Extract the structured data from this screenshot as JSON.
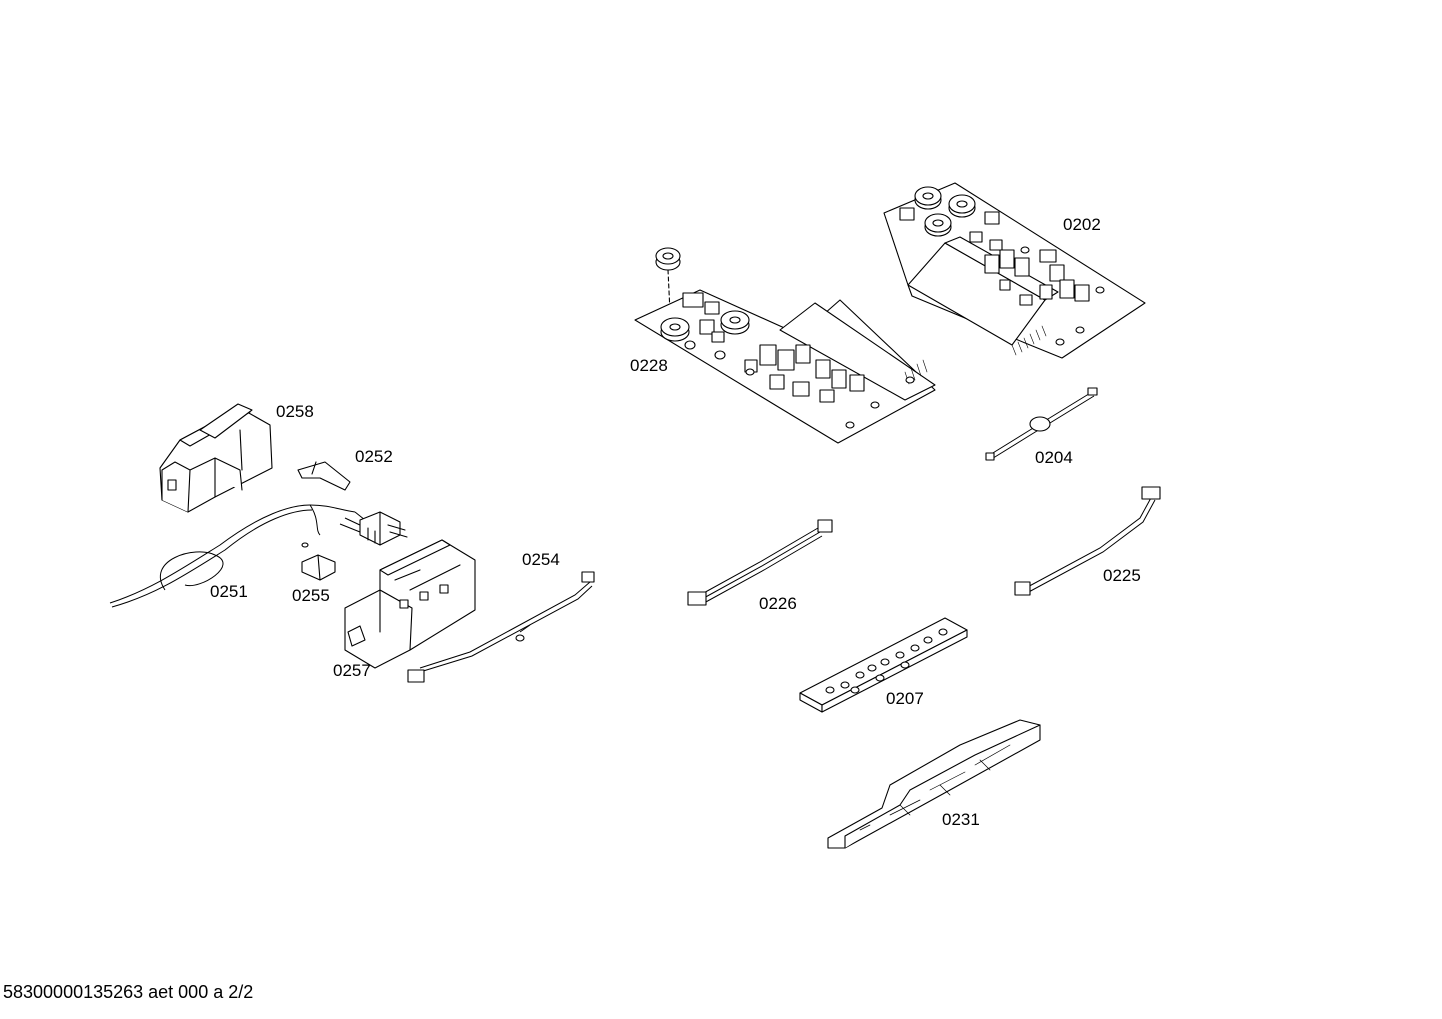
{
  "parts": [
    {
      "id": "p0202",
      "label": "0202"
    },
    {
      "id": "p0228",
      "label": "0228"
    },
    {
      "id": "p0258",
      "label": "0258"
    },
    {
      "id": "p0252",
      "label": "0252"
    },
    {
      "id": "p0204",
      "label": "0204"
    },
    {
      "id": "p0254",
      "label": "0254"
    },
    {
      "id": "p0251",
      "label": "0251"
    },
    {
      "id": "p0255",
      "label": "0255"
    },
    {
      "id": "p0226",
      "label": "0226"
    },
    {
      "id": "p0225",
      "label": "0225"
    },
    {
      "id": "p0257",
      "label": "0257"
    },
    {
      "id": "p0207",
      "label": "0207"
    },
    {
      "id": "p0231",
      "label": "0231"
    }
  ],
  "footer": "58300000135263 aet 000 a 2/2"
}
